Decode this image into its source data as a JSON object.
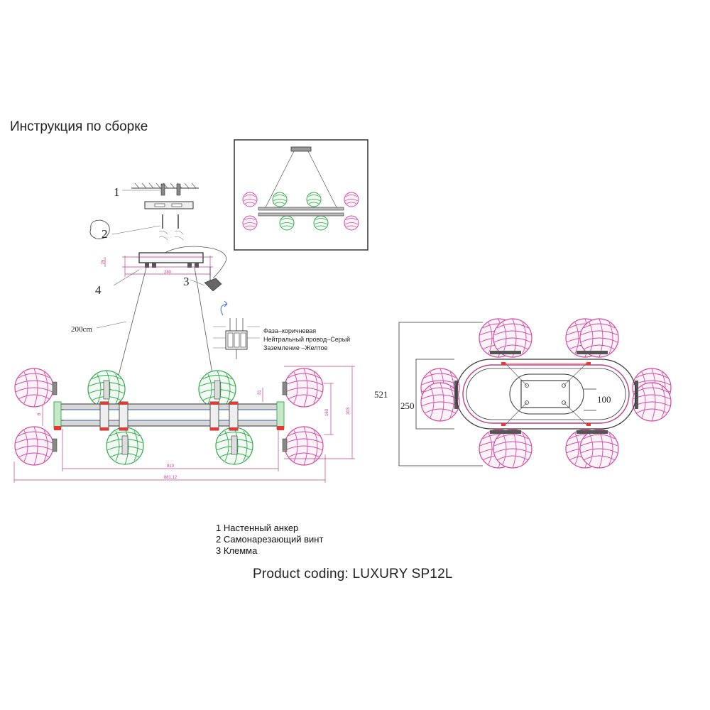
{
  "document": {
    "title": "Инструкция по сборке",
    "product_coding": "Product coding: LUXURY SP12L"
  },
  "legend": [
    "1 Настенный анкер",
    "2 Самонарезающий винт",
    "3 Клемма"
  ],
  "callouts": {
    "n1": "1",
    "n2": "2",
    "n3": "3",
    "n4": "4",
    "cable_length": "200cm"
  },
  "wiring": {
    "phase": "Фаза–коричневая",
    "neutral": "Нейтральный провод–Серый",
    "ground": "Заземление –Желтое"
  },
  "top_view": {
    "dim_total": "521",
    "dim_inner": "250",
    "dim_plate": "100"
  },
  "colors": {
    "pink_globe": "#d04aa0",
    "green_globe": "#2fa84a",
    "dimension": "#c23a8a",
    "line": "#333333"
  }
}
